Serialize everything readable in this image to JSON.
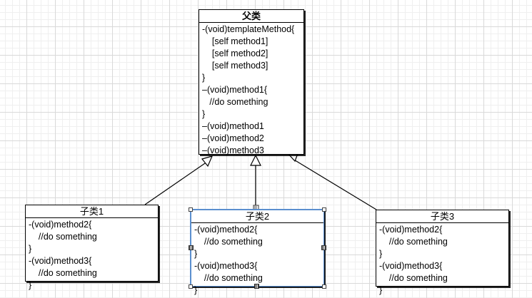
{
  "parent": {
    "title": "父类",
    "lines": [
      "-(void)templateMethod{",
      "    [self method1]",
      "    [self method2]",
      "    [self method3]",
      "}",
      "–(void)method1{",
      "   //do something",
      "}",
      "–(void)method1",
      "–(void)method2",
      "–(void)method3"
    ]
  },
  "children": [
    {
      "title": "子类1",
      "lines": [
        "-(void)method2{",
        "    //do something",
        "}",
        "-(void)method3{",
        "    //do something",
        "}"
      ]
    },
    {
      "title": "子类2",
      "lines": [
        "-(void)method2{",
        "    //do something",
        "}",
        "-(void)method3{",
        "    //do something",
        "}"
      ]
    },
    {
      "title": "子类3",
      "lines": [
        "-(void)method2{",
        "    //do something",
        "}",
        "-(void)method3{",
        "    //do something",
        "}"
      ]
    }
  ],
  "colors": {
    "grid_major": "#d9d9d9",
    "grid_minor": "#efefef",
    "selection": "#5b8fcf",
    "stroke": "#000000"
  },
  "relationships": [
    {
      "from": "子类1",
      "to": "父类",
      "type": "generalization"
    },
    {
      "from": "子类2",
      "to": "父类",
      "type": "generalization"
    },
    {
      "from": "子类3",
      "to": "父类",
      "type": "generalization"
    }
  ],
  "selected_class": "子类2"
}
